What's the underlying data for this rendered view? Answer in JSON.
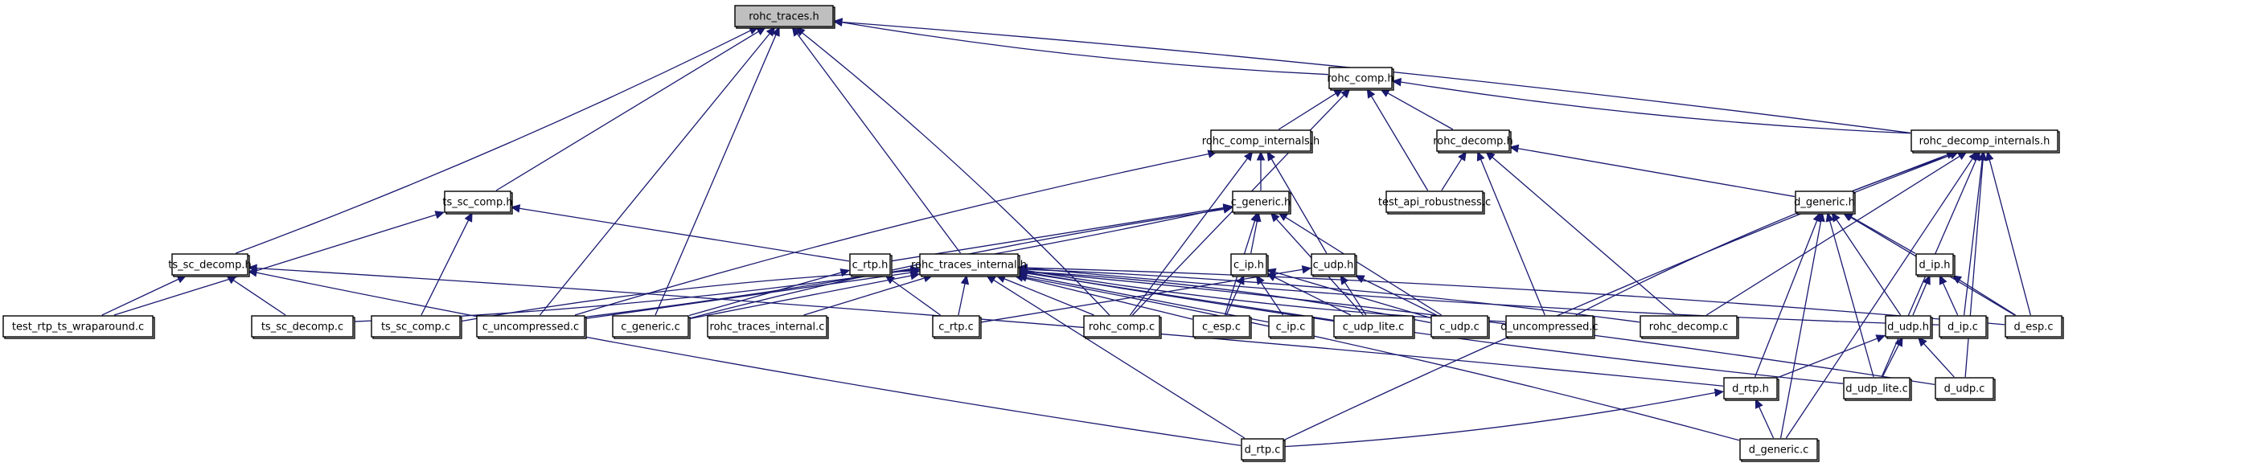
{
  "graph": {
    "title": "rohc_traces.h",
    "kind": "include-dependency-graph",
    "colors": {
      "edge": "#191970",
      "root_fill": "#bfbfbf",
      "node_fill": "#ffffff",
      "border": "#000000"
    },
    "nodes": [
      {
        "id": "rohc_traces_h",
        "label": "rohc_traces.h",
        "root": true
      },
      {
        "id": "rohc_comp_h",
        "label": "rohc_comp.h"
      },
      {
        "id": "rohc_comp_internals_h",
        "label": "rohc_comp_internals.h"
      },
      {
        "id": "rohc_decomp_h",
        "label": "rohc_decomp.h"
      },
      {
        "id": "rohc_decomp_internals_h",
        "label": "rohc_decomp_internals.h"
      },
      {
        "id": "test_api_robustness_c",
        "label": "test_api_robustness.c"
      },
      {
        "id": "ts_sc_comp_h",
        "label": "ts_sc_comp.h"
      },
      {
        "id": "ts_sc_decomp_h",
        "label": "ts_sc_decomp.h"
      },
      {
        "id": "c_generic_h",
        "label": "c_generic.h"
      },
      {
        "id": "d_generic_h",
        "label": "d_generic.h"
      },
      {
        "id": "c_rtp_h",
        "label": "c_rtp.h"
      },
      {
        "id": "rohc_traces_internal_h",
        "label": "rohc_traces_internal.h"
      },
      {
        "id": "c_ip_h",
        "label": "c_ip.h"
      },
      {
        "id": "c_udp_h",
        "label": "c_udp.h"
      },
      {
        "id": "d_ip_h",
        "label": "d_ip.h"
      },
      {
        "id": "test_rtp_ts_wraparound_c",
        "label": "test_rtp_ts_wraparound.c"
      },
      {
        "id": "ts_sc_decomp_c",
        "label": "ts_sc_decomp.c"
      },
      {
        "id": "ts_sc_comp_c",
        "label": "ts_sc_comp.c"
      },
      {
        "id": "c_uncompressed_c",
        "label": "c_uncompressed.c"
      },
      {
        "id": "c_generic_c",
        "label": "c_generic.c"
      },
      {
        "id": "rohc_traces_internal_c",
        "label": "rohc_traces_internal.c"
      },
      {
        "id": "c_rtp_c",
        "label": "c_rtp.c"
      },
      {
        "id": "rohc_comp_c",
        "label": "rohc_comp.c"
      },
      {
        "id": "c_esp_c",
        "label": "c_esp.c"
      },
      {
        "id": "c_ip_c",
        "label": "c_ip.c"
      },
      {
        "id": "c_udp_lite_c",
        "label": "c_udp_lite.c"
      },
      {
        "id": "c_udp_c",
        "label": "c_udp.c"
      },
      {
        "id": "d_uncompressed_c",
        "label": "d_uncompressed.c"
      },
      {
        "id": "rohc_decomp_c",
        "label": "rohc_decomp.c"
      },
      {
        "id": "d_udp_h",
        "label": "d_udp.h"
      },
      {
        "id": "d_ip_c",
        "label": "d_ip.c"
      },
      {
        "id": "d_esp_c",
        "label": "d_esp.c"
      },
      {
        "id": "d_rtp_h",
        "label": "d_rtp.h"
      },
      {
        "id": "d_udp_lite_c",
        "label": "d_udp_lite.c"
      },
      {
        "id": "d_udp_c",
        "label": "d_udp.c"
      },
      {
        "id": "d_rtp_c",
        "label": "d_rtp.c"
      },
      {
        "id": "d_generic_c",
        "label": "d_generic.c"
      }
    ],
    "edges": [
      [
        "rohc_comp_h",
        "rohc_traces_h"
      ],
      [
        "rohc_decomp_internals_h",
        "rohc_traces_h"
      ],
      [
        "ts_sc_comp_h",
        "rohc_traces_h"
      ],
      [
        "ts_sc_decomp_h",
        "rohc_traces_h"
      ],
      [
        "c_uncompressed_c",
        "rohc_traces_h"
      ],
      [
        "c_generic_c",
        "rohc_traces_h"
      ],
      [
        "rohc_traces_internal_h",
        "rohc_traces_h"
      ],
      [
        "rohc_comp_c",
        "rohc_traces_h"
      ],
      [
        "rohc_comp_internals_h",
        "rohc_comp_h"
      ],
      [
        "rohc_decomp_h",
        "rohc_comp_h"
      ],
      [
        "test_api_robustness_c",
        "rohc_comp_h"
      ],
      [
        "rohc_comp_c",
        "rohc_comp_h"
      ],
      [
        "rohc_decomp_internals_h",
        "rohc_comp_h"
      ],
      [
        "c_generic_h",
        "rohc_comp_internals_h"
      ],
      [
        "c_uncompressed_c",
        "rohc_comp_internals_h"
      ],
      [
        "rohc_comp_c",
        "rohc_comp_internals_h"
      ],
      [
        "c_udp_h",
        "rohc_comp_internals_h"
      ],
      [
        "test_api_robustness_c",
        "rohc_decomp_h"
      ],
      [
        "d_uncompressed_c",
        "rohc_decomp_h"
      ],
      [
        "rohc_decomp_c",
        "rohc_decomp_h"
      ],
      [
        "d_generic_h",
        "rohc_decomp_h"
      ],
      [
        "d_generic_h",
        "rohc_decomp_internals_h"
      ],
      [
        "d_uncompressed_c",
        "rohc_decomp_internals_h"
      ],
      [
        "rohc_decomp_c",
        "rohc_decomp_internals_h"
      ],
      [
        "d_ip_c",
        "rohc_decomp_internals_h"
      ],
      [
        "d_esp_c",
        "rohc_decomp_internals_h"
      ],
      [
        "d_udp_lite_c",
        "rohc_decomp_internals_h"
      ],
      [
        "d_udp_c",
        "rohc_decomp_internals_h"
      ],
      [
        "d_rtp_c",
        "rohc_decomp_internals_h"
      ],
      [
        "d_generic_c",
        "rohc_decomp_internals_h"
      ],
      [
        "test_rtp_ts_wraparound_c",
        "ts_sc_comp_h"
      ],
      [
        "ts_sc_comp_c",
        "ts_sc_comp_h"
      ],
      [
        "c_rtp_h",
        "ts_sc_comp_h"
      ],
      [
        "test_rtp_ts_wraparound_c",
        "ts_sc_decomp_h"
      ],
      [
        "ts_sc_decomp_c",
        "ts_sc_decomp_h"
      ],
      [
        "d_rtp_h",
        "ts_sc_decomp_h"
      ],
      [
        "d_rtp_c",
        "ts_sc_decomp_h"
      ],
      [
        "c_rtp_h",
        "c_generic_h"
      ],
      [
        "c_generic_c",
        "c_generic_h"
      ],
      [
        "c_uncompressed_c",
        "c_generic_h"
      ],
      [
        "c_ip_h",
        "c_generic_h"
      ],
      [
        "c_esp_c",
        "c_generic_h"
      ],
      [
        "c_udp_lite_c",
        "c_generic_h"
      ],
      [
        "c_udp_c",
        "c_generic_h"
      ],
      [
        "c_generic_c",
        "c_rtp_h"
      ],
      [
        "c_rtp_c",
        "c_rtp_h"
      ],
      [
        "c_esp_c",
        "c_ip_h"
      ],
      [
        "c_ip_c",
        "c_ip_h"
      ],
      [
        "c_udp_lite_c",
        "c_ip_h"
      ],
      [
        "c_udp_c",
        "c_ip_h"
      ],
      [
        "c_rtp_c",
        "c_udp_h"
      ],
      [
        "c_udp_lite_c",
        "c_udp_h"
      ],
      [
        "c_udp_c",
        "c_udp_h"
      ],
      [
        "d_ip_h",
        "d_generic_h"
      ],
      [
        "d_udp_h",
        "d_generic_h"
      ],
      [
        "d_udp_lite_c",
        "d_generic_h"
      ],
      [
        "d_esp_c",
        "d_generic_h"
      ],
      [
        "d_rtp_h",
        "d_generic_h"
      ],
      [
        "d_generic_c",
        "d_generic_h"
      ],
      [
        "d_udp_h",
        "d_ip_h"
      ],
      [
        "d_ip_c",
        "d_ip_h"
      ],
      [
        "d_esp_c",
        "d_ip_h"
      ],
      [
        "d_rtp_h",
        "d_udp_h"
      ],
      [
        "d_udp_lite_c",
        "d_udp_h"
      ],
      [
        "d_udp_c",
        "d_udp_h"
      ],
      [
        "d_rtp_c",
        "d_rtp_h"
      ],
      [
        "d_generic_c",
        "d_rtp_h"
      ],
      [
        "ts_sc_decomp_c",
        "rohc_traces_internal_h"
      ],
      [
        "ts_sc_comp_c",
        "rohc_traces_internal_h"
      ],
      [
        "c_uncompressed_c",
        "rohc_traces_internal_h"
      ],
      [
        "c_generic_c",
        "rohc_traces_internal_h"
      ],
      [
        "rohc_traces_internal_c",
        "rohc_traces_internal_h"
      ],
      [
        "c_rtp_c",
        "rohc_traces_internal_h"
      ],
      [
        "rohc_comp_c",
        "rohc_traces_internal_h"
      ],
      [
        "c_esp_c",
        "rohc_traces_internal_h"
      ],
      [
        "c_ip_c",
        "rohc_traces_internal_h"
      ],
      [
        "c_udp_lite_c",
        "rohc_traces_internal_h"
      ],
      [
        "c_udp_c",
        "rohc_traces_internal_h"
      ],
      [
        "d_uncompressed_c",
        "rohc_traces_internal_h"
      ],
      [
        "rohc_decomp_c",
        "rohc_traces_internal_h"
      ],
      [
        "d_ip_c",
        "rohc_traces_internal_h"
      ],
      [
        "d_esp_c",
        "rohc_traces_internal_h"
      ],
      [
        "d_udp_lite_c",
        "rohc_traces_internal_h"
      ],
      [
        "d_udp_c",
        "rohc_traces_internal_h"
      ],
      [
        "d_rtp_c",
        "rohc_traces_internal_h"
      ],
      [
        "d_generic_c",
        "rohc_traces_internal_h"
      ]
    ]
  }
}
